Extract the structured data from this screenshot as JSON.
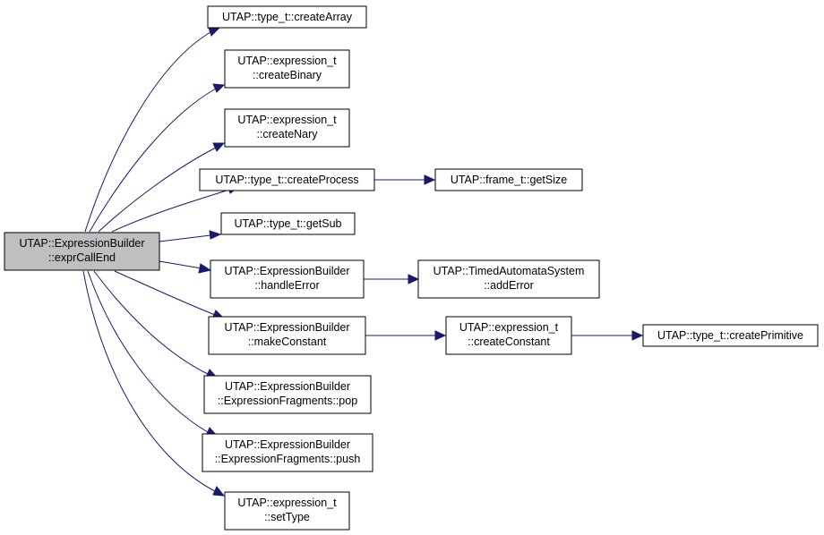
{
  "graph": {
    "root": "UTAP::ExpressionBuilder\n::exprCallEnd",
    "nodes": {
      "n0": "UTAP::ExpressionBuilder\n::exprCallEnd",
      "n1": "UTAP::type_t::createArray",
      "n2": "UTAP::expression_t\n::createBinary",
      "n3": "UTAP::expression_t\n::createNary",
      "n4": "UTAP::type_t::createProcess",
      "n5": "UTAP::frame_t::getSize",
      "n6": "UTAP::type_t::getSub",
      "n7": "UTAP::ExpressionBuilder\n::handleError",
      "n8": "UTAP::TimedAutomataSystem\n::addError",
      "n9": "UTAP::ExpressionBuilder\n::makeConstant",
      "n10": "UTAP::expression_t\n::createConstant",
      "n11": "UTAP::type_t::createPrimitive",
      "n12": "UTAP::ExpressionBuilder\n::ExpressionFragments::pop",
      "n13": "UTAP::ExpressionBuilder\n::ExpressionFragments::push",
      "n14": "UTAP::expression_t\n::setType"
    },
    "edges": [
      [
        "n0",
        "n1"
      ],
      [
        "n0",
        "n2"
      ],
      [
        "n0",
        "n3"
      ],
      [
        "n0",
        "n4"
      ],
      [
        "n0",
        "n6"
      ],
      [
        "n0",
        "n7"
      ],
      [
        "n0",
        "n9"
      ],
      [
        "n0",
        "n12"
      ],
      [
        "n0",
        "n13"
      ],
      [
        "n0",
        "n14"
      ],
      [
        "n4",
        "n5"
      ],
      [
        "n7",
        "n8"
      ],
      [
        "n9",
        "n10"
      ],
      [
        "n10",
        "n11"
      ]
    ]
  },
  "colors": {
    "edge": "#191970",
    "root_fill": "#bfbfbf",
    "node_fill": "#ffffff",
    "border": "#000000"
  }
}
